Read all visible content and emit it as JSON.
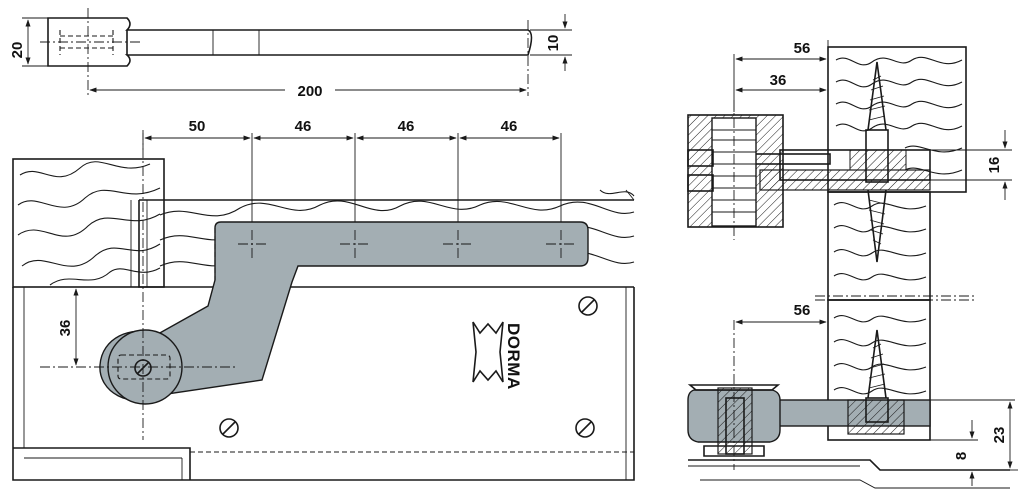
{
  "brand": {
    "name": "DORMA"
  },
  "dimensions": {
    "top_view": {
      "height": "20",
      "thickness": "10",
      "length": "200"
    },
    "front_view": {
      "spacing_first": "50",
      "spacing_second": "46",
      "spacing_third": "46",
      "spacing_fourth": "46",
      "pivot_offset": "36"
    },
    "side_view_upper": {
      "outer": "56",
      "inner": "36",
      "strap_thickness": "16"
    },
    "side_view_lower": {
      "offset": "56",
      "height": "23",
      "floor_gap": "8"
    }
  }
}
